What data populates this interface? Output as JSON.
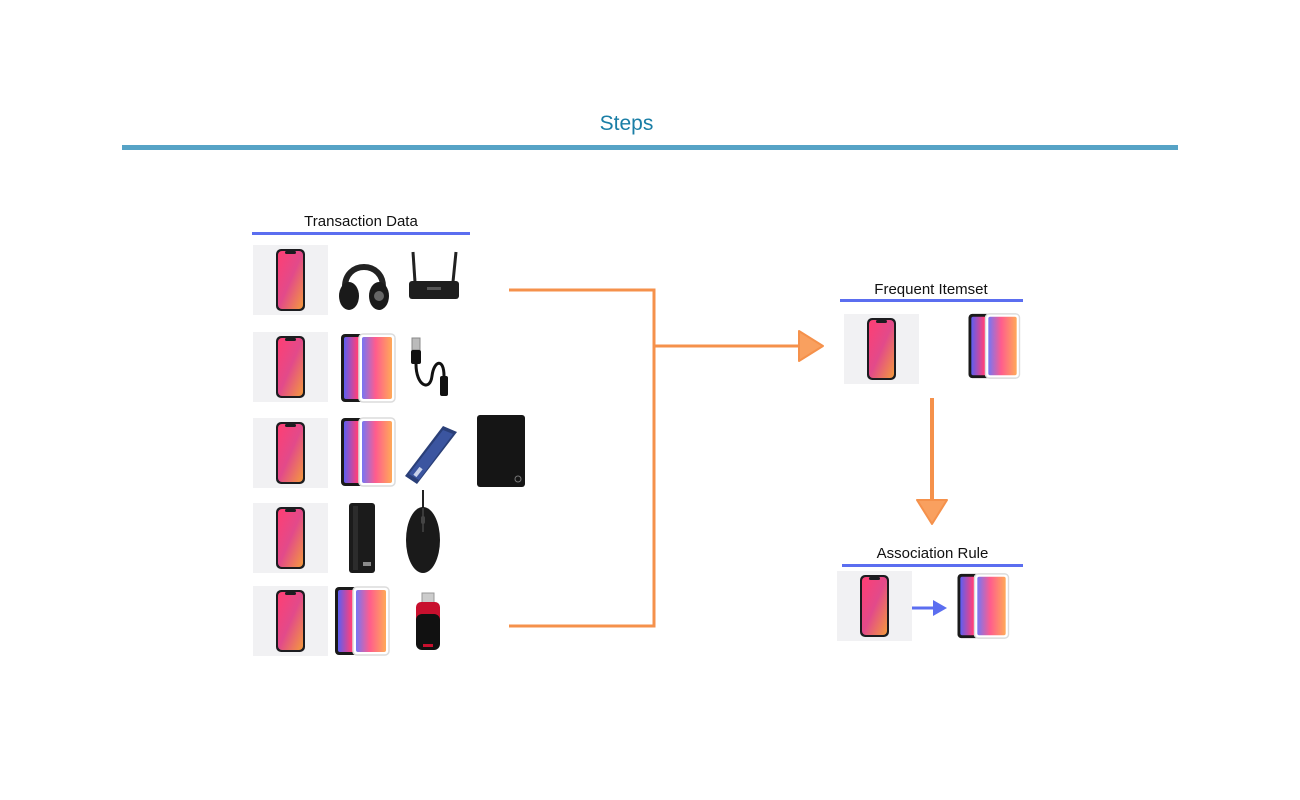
{
  "title": "Steps",
  "sections": {
    "transaction_data": "Transaction Data",
    "frequent_itemset": "Frequent Itemset",
    "association_rule": "Association Rule"
  },
  "transactions": [
    [
      "iphone",
      "headphones",
      "wifi-router"
    ],
    [
      "iphone",
      "redmi-phone",
      "usb-cable"
    ],
    [
      "iphone",
      "redmi-phone",
      "phone-case",
      "external-hdd"
    ],
    [
      "iphone",
      "power-bank",
      "mouse"
    ],
    [
      "iphone",
      "redmi-phone",
      "usb-flash-drive"
    ]
  ],
  "frequent_itemset": [
    "iphone",
    "redmi-phone"
  ],
  "association_rule": {
    "antecedent": "iphone",
    "consequent": "redmi-phone"
  },
  "colors": {
    "title": "#1a7ea6",
    "title_rule": "#56a3c6",
    "section_rule": "#5b6ef0",
    "flow_arrow": "#f5914b",
    "rule_arrow": "#5b6ef0"
  }
}
